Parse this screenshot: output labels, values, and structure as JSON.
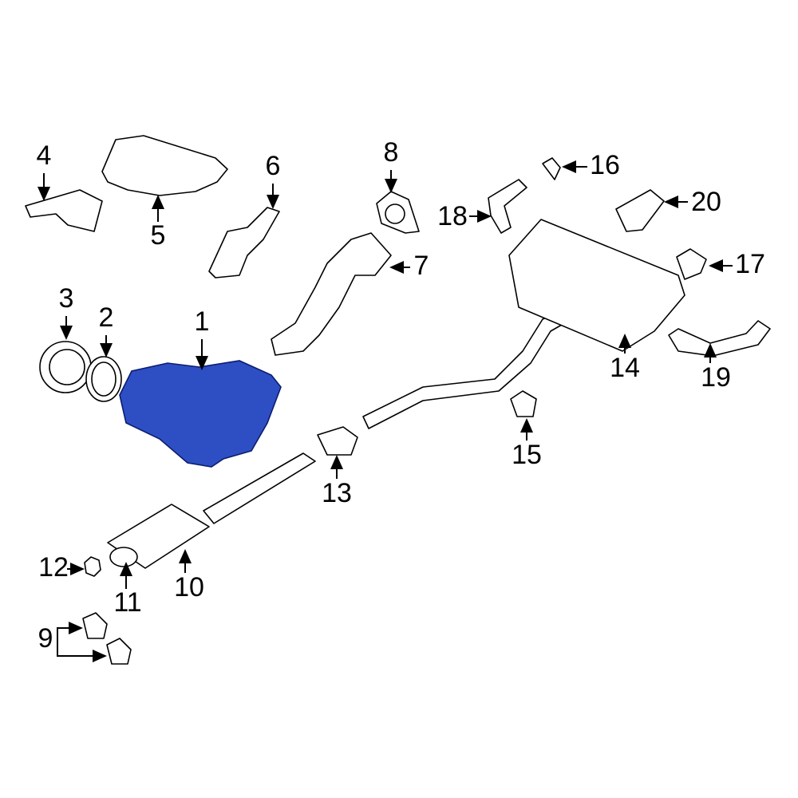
{
  "diagram": {
    "highlight_color": "#2e4ec4",
    "highlighted_part": "1",
    "callouts": [
      "1",
      "2",
      "3",
      "4",
      "5",
      "6",
      "7",
      "8",
      "9",
      "10",
      "11",
      "12",
      "13",
      "14",
      "15",
      "16",
      "17",
      "18",
      "19",
      "20"
    ]
  }
}
